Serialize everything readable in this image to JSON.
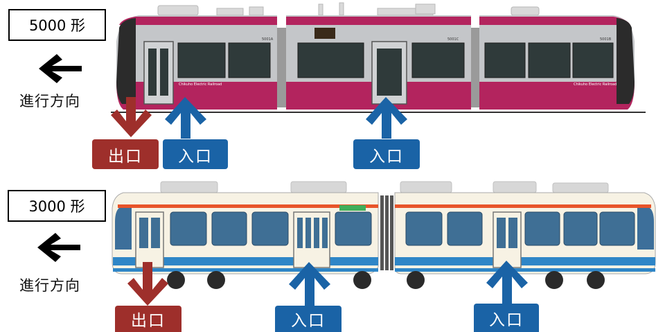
{
  "trams": [
    {
      "model": "5000 形",
      "direction": "進行方向",
      "exit_label": "出口",
      "entry_labels": [
        "入口",
        "入口"
      ],
      "body_color": "#b3245e",
      "side_text": [
        "Chikuho Electric Railroad",
        "Chikuho Electric Railroad"
      ],
      "car_numbers": [
        "5001A",
        "5001C",
        "5001B"
      ]
    },
    {
      "model": "3000 形",
      "direction": "進行方向",
      "exit_label": "出口",
      "entry_labels": [
        "入口",
        "入口"
      ],
      "body_color": "#f7f2e4",
      "stripe_color": "#e8542a",
      "band_color": "#2f86c7"
    }
  ],
  "colors": {
    "exit": "#9e2f2b",
    "entry": "#1a63a6"
  },
  "icons": [
    "arrow-left-icon",
    "arrow-down-exit-icon",
    "arrow-up-entry-icon"
  ]
}
